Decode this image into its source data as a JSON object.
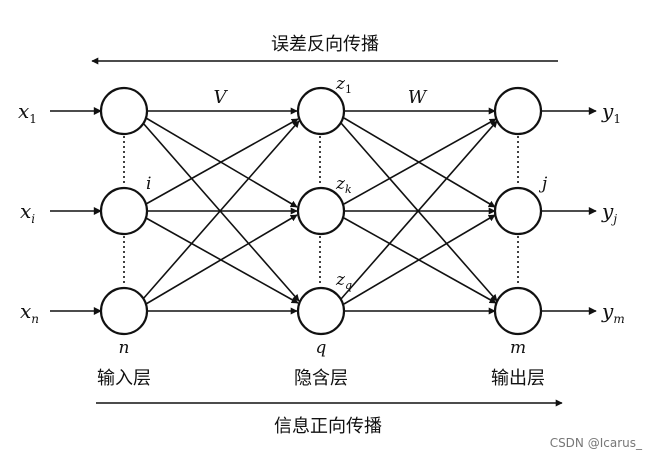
{
  "diagram": {
    "top_arrow_label": "误差反向传播",
    "bottom_arrow_label": "信息正向传播",
    "layers": {
      "input": {
        "name": "输入层",
        "count_symbol": "n",
        "index_symbol": "i"
      },
      "hidden": {
        "name": "隐含层",
        "count_symbol": "q"
      },
      "output": {
        "name": "输出层",
        "count_symbol": "m",
        "index_symbol": "j"
      }
    },
    "weights": {
      "input_to_hidden": "V",
      "hidden_to_output": "W"
    },
    "inputs": [
      {
        "base": "x",
        "sub": "1"
      },
      {
        "base": "x",
        "sub": "i"
      },
      {
        "base": "x",
        "sub": "n"
      }
    ],
    "hidden_nodes": [
      {
        "base": "z",
        "sub": "1"
      },
      {
        "base": "z",
        "sub": "k"
      },
      {
        "base": "z",
        "sub": "q"
      }
    ],
    "outputs": [
      {
        "base": "y",
        "sub": "1"
      },
      {
        "base": "y",
        "sub": "j"
      },
      {
        "base": "y",
        "sub": "m"
      }
    ],
    "watermark": "CSDN @Icarus_"
  }
}
